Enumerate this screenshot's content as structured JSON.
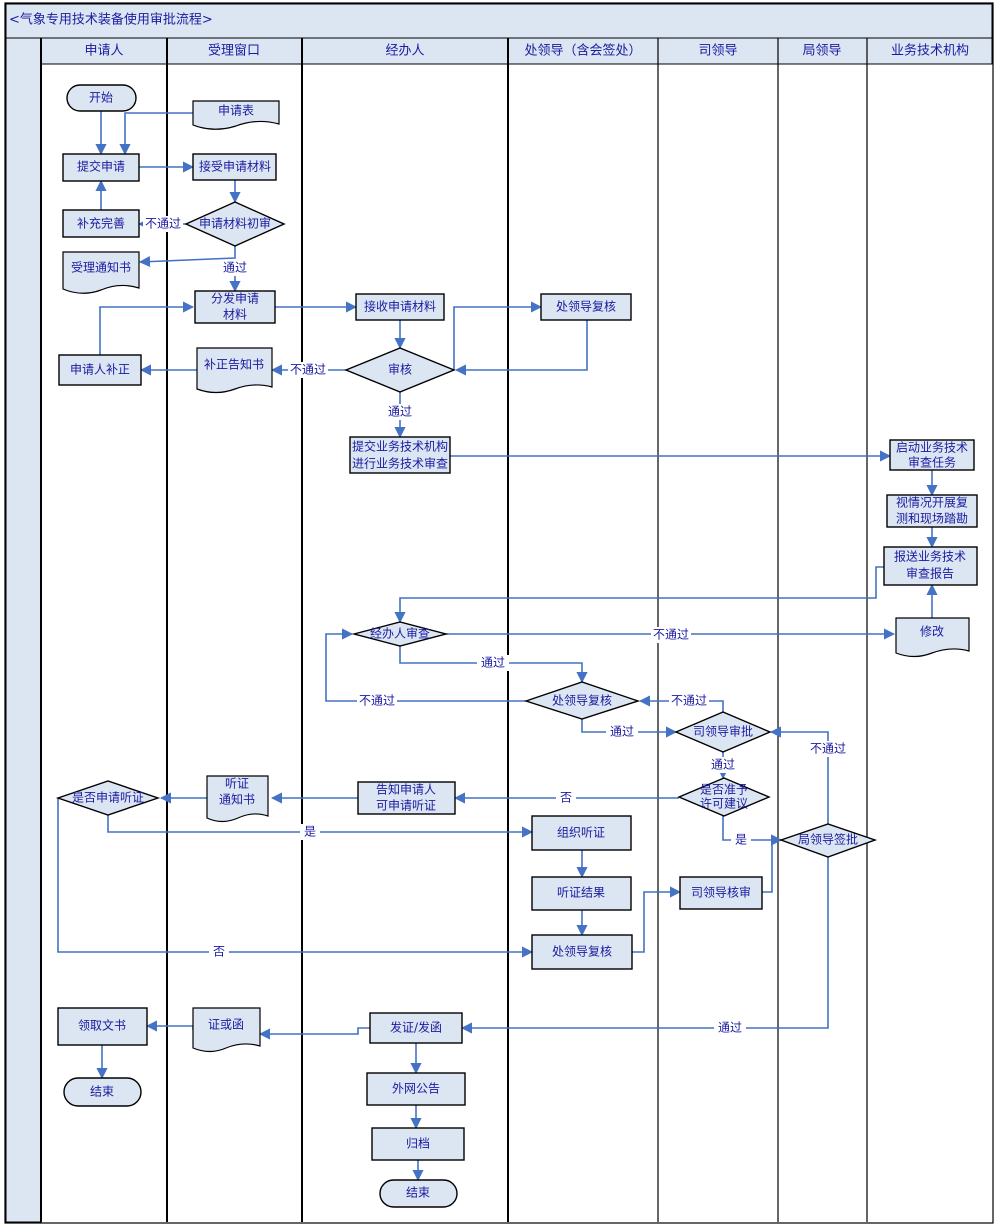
{
  "title": "<气象专用技术装备使用审批流程>",
  "lanes": [
    "申请人",
    "受理窗口",
    "经办人",
    "处领导（含会签处）",
    "司领导",
    "局领导",
    "业务技术机构"
  ],
  "nodes": {
    "start1": [
      "开始"
    ],
    "form": [
      "申请表"
    ],
    "submit": [
      "提交申请"
    ],
    "receive": [
      "接受申请材料"
    ],
    "supplement": [
      "补充完善"
    ],
    "precheck": [
      "申请材料初审"
    ],
    "notice_accept": [
      "受理通知书"
    ],
    "distribute": [
      "分发申请",
      "材料"
    ],
    "receive2": [
      "接收申请材料"
    ],
    "review_div1": [
      "处领导复核"
    ],
    "correct": [
      "申请人补正"
    ],
    "correct_notice": [
      "补正告知书"
    ],
    "audit": [
      "审核"
    ],
    "tech_submit": [
      "提交业务技术机构",
      "进行业务技术审查"
    ],
    "tech_start": [
      "启动业务技术",
      "审查任务"
    ],
    "tech_survey": [
      "视情况开展复",
      "测和现场踏勘"
    ],
    "tech_report": [
      "报送业务技术",
      "审查报告"
    ],
    "handler_review": [
      "经办人审查"
    ],
    "modify": [
      "修改"
    ],
    "review_div2": [
      "处领导复核"
    ],
    "dept_approve": [
      "司领导审批"
    ],
    "hearing_q": [
      "是否申请听证"
    ],
    "hearing_notice": [
      "听证",
      "通知书"
    ],
    "inform": [
      "告知申请人",
      "可申请听证"
    ],
    "permit_q": [
      "是否准予",
      "许可建议"
    ],
    "org_hearing": [
      "组织听证"
    ],
    "bureau_approve": [
      "局领导签批"
    ],
    "hearing_result": [
      "听证结果"
    ],
    "dept_review": [
      "司领导核审"
    ],
    "review_div3": [
      "处领导复核"
    ],
    "get_doc": [
      "领取文书"
    ],
    "cert_doc": [
      "证或函"
    ],
    "issue": [
      "发证/发函"
    ],
    "end1": [
      "结束"
    ],
    "publish": [
      "外网公告"
    ],
    "archive": [
      "归档"
    ],
    "end2": [
      "结束"
    ]
  },
  "edge_labels": {
    "fail_precheck": "不通过",
    "pass_precheck": "通过",
    "fail_audit": "不通过",
    "pass_audit": "通过",
    "fail_handler": "不通过",
    "pass_handler": "通过",
    "fail_div2": "不通过",
    "fail_dept": "不通过",
    "pass_div2": "通过",
    "pass_dept": "通过",
    "no_permit": "否",
    "yes_hearing": "是",
    "yes_permit": "是",
    "no_hearing": "否",
    "fail_bureau": "不通过",
    "pass_bureau": "通过"
  },
  "colors": {
    "fill": "#dce6f2",
    "stroke": "#000000",
    "connector": "#4472c4",
    "text": "#1a1aa0"
  }
}
